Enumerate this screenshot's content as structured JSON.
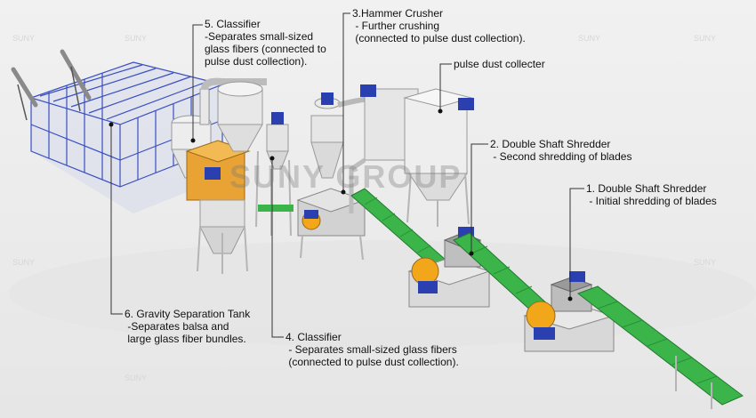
{
  "watermark": {
    "brand": "SUNY GROUP",
    "small": "SUNY"
  },
  "labels": [
    {
      "id": "classifier5",
      "title": "5. Classifier",
      "lines": [
        "-Separates small-sized",
        "glass fibers (connected to",
        "pulse dust collection)."
      ]
    },
    {
      "id": "hammer",
      "title": "3.Hammer Crusher",
      "lines": [
        " - Further crushing",
        " (connected to pulse dust collection)."
      ]
    },
    {
      "id": "pulse",
      "title": "pulse dust collecter",
      "lines": []
    },
    {
      "id": "shredder2",
      "title": "2. Double Shaft Shredder",
      "lines": [
        " - Second shredding of blades"
      ]
    },
    {
      "id": "shredder1",
      "title": "1. Double Shaft Shredder",
      "lines": [
        " - Initial shredding of blades"
      ]
    },
    {
      "id": "gravity",
      "title": "6. Gravity Separation Tank",
      "lines": [
        " -Separates balsa and",
        " large glass fiber bundles."
      ]
    },
    {
      "id": "classifier4",
      "title": "4. Classifier",
      "lines": [
        " - Separates small-sized glass fibers",
        " (connected to pulse dust collection)."
      ]
    }
  ],
  "colors": {
    "conveyor": "#3bb54a",
    "motor": "#2a3fb0",
    "shredder": "#f2a61a",
    "frame": "#dcdcdc",
    "tank": "#d8d8d8",
    "cage": "#3a4fc0"
  }
}
